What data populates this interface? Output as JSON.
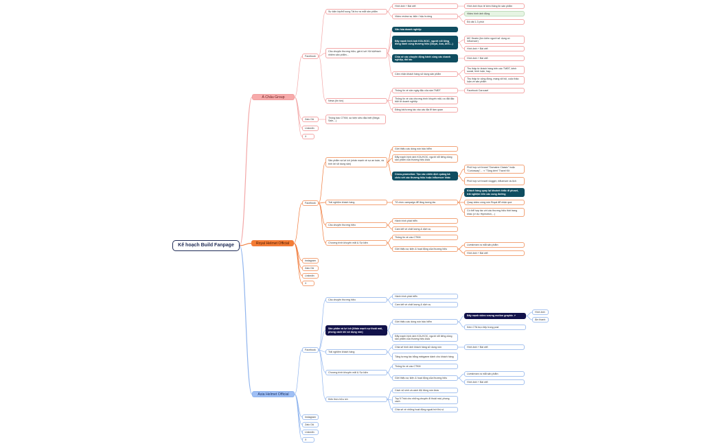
{
  "title": "Kế hoạch Build Fanpage",
  "colors": {
    "root": "#1e2a55",
    "branch1": "#f3a7a7",
    "branch2": "#f07a3a",
    "branch3": "#8fb4ee",
    "highlight_teal": "#0f4d60",
    "highlight_navy": "#12124a",
    "highlight_green": "#e6f4e3"
  },
  "nodes": [
    {
      "id": "root",
      "text": "Kế hoạch Build Fanpage",
      "style": "root"
    },
    {
      "id": "a",
      "parent": "root",
      "text": "Á Châu Group",
      "style": "b1"
    },
    {
      "id": "a_fb",
      "parent": "a",
      "text": "Facebook",
      "style": "c1"
    },
    {
      "id": "a_zalo",
      "parent": "a",
      "text": "Zalo OA",
      "style": "c1"
    },
    {
      "id": "a_li",
      "parent": "a",
      "text": "LinkedIn",
      "style": "c1"
    },
    {
      "id": "a_x",
      "parent": "a",
      "text": "X",
      "style": "c1"
    },
    {
      "id": "a_zalo_1",
      "parent": "a_zalo",
      "text": "Thông báo CTKM, sự kiện siêu đặc biệt (Mega Sale,...)",
      "style": "c1"
    },
    {
      "id": "a_fb_1",
      "parent": "a_fb",
      "text": "Sự kiện lớp/bổ sung Tài trợ ra mắt sản phẩm",
      "style": "c1"
    },
    {
      "id": "a_fb_2",
      "parent": "a_fb",
      "text": "Câu chuyện thương hiệu, giá trị với Xã hội/trách nhiệm sản phẩm...",
      "style": "c1"
    },
    {
      "id": "a_fb_3",
      "parent": "a_fb",
      "text": "News (tin tức)",
      "style": "c1"
    },
    {
      "id": "a_fb_1_1",
      "parent": "a_fb_1",
      "text": "Hình ảnh + Bài viết",
      "style": "c1"
    },
    {
      "id": "a_fb_1_2",
      "parent": "a_fb_1",
      "text": "Video review sự kiện / hậu trường",
      "style": "c1"
    },
    {
      "id": "a_fb_1_1_1",
      "parent": "a_fb_1_1",
      "text": "Hình ảnh thực tế kèm thông tin sản phẩm",
      "style": "c1"
    },
    {
      "id": "a_fb_1_2_1",
      "parent": "a_fb_1_2",
      "text": "Video hình ảnh động",
      "style": "gr"
    },
    {
      "id": "a_fb_1_2_2",
      "parent": "a_fb_1_2",
      "text": "Độ dài 1-3 phút",
      "style": "c1"
    },
    {
      "id": "a_fb_2_1",
      "parent": "a_fb_2",
      "text": "Văn hóa doanh nghiệp",
      "style": "hl1"
    },
    {
      "id": "a_fb_2_2",
      "parent": "a_fb_2",
      "text": "Đẩy mạnh hình ảnh KOL/KOC, người nổi tiếng đồng hành cùng thương hiệu (Doyal, Asa, AGC...)",
      "style": "hl1"
    },
    {
      "id": "a_fb_2_3",
      "parent": "a_fb_2",
      "text": "Chia sẻ các chuyện động hành cùng các doanh nghiệp, đối tác",
      "style": "hl1"
    },
    {
      "id": "a_fb_2_4",
      "parent": "a_fb_2",
      "text": "Cảm nhận khách hàng sử dụng sản phẩm",
      "style": "c1"
    },
    {
      "id": "a_fb_2_2_1",
      "parent": "a_fb_2_2",
      "text": "MC Dealer (tìm kiếm người sử dụng có influencer)",
      "style": "c1"
    },
    {
      "id": "a_fb_2_2_2",
      "parent": "a_fb_2_2",
      "text": "Hình ảnh + Bài viết",
      "style": "c1"
    },
    {
      "id": "a_fb_2_3_1",
      "parent": "a_fb_2_3",
      "text": "Hình ảnh + Bài viết",
      "style": "c1"
    },
    {
      "id": "a_fb_2_4_1",
      "parent": "a_fb_2_4",
      "text": "Thu thập từ khách hàng trên các TMĐT, kênh social, bình luận, hay...",
      "style": "c1"
    },
    {
      "id": "a_fb_2_4_2",
      "parent": "a_fb_2_4",
      "text": "Thu thập từ cộng đồng, mạng xã hội, cuộc thảo luận về sản phẩm",
      "style": "c1"
    },
    {
      "id": "a_fb_3_1",
      "parent": "a_fb_3",
      "text": "Thông tin về sản ngày đặc của sàn TMĐT",
      "style": "c1"
    },
    {
      "id": "a_fb_3_2",
      "parent": "a_fb_3",
      "text": "Thông tin về các chương trình khuyến mãi, ưu đãi đặc biệt từ doanh nghiệp",
      "style": "c1"
    },
    {
      "id": "a_fb_3_3",
      "parent": "a_fb_3",
      "text": "Đăng bài tương tác vào các địa lễ tầm quan",
      "style": "c1"
    },
    {
      "id": "a_fb_3_1_1",
      "parent": "a_fb_3_1",
      "text": "Facebook Carousel",
      "style": "c1"
    },
    {
      "id": "r",
      "parent": "root",
      "text": "Royal Helmet Official",
      "style": "b2"
    },
    {
      "id": "r_fb",
      "parent": "r",
      "text": "Facebook",
      "style": "c2"
    },
    {
      "id": "r_ig",
      "parent": "r",
      "text": "Instagram",
      "style": "c2"
    },
    {
      "id": "r_zalo",
      "parent": "r",
      "text": "Zalo OA",
      "style": "c2"
    },
    {
      "id": "r_li",
      "parent": "r",
      "text": "LinkedIn",
      "style": "c2"
    },
    {
      "id": "r_x",
      "parent": "r",
      "text": "X",
      "style": "c2"
    },
    {
      "id": "r_fb_1",
      "parent": "r_fb",
      "text": "Sản phẩm và lợi ích (nhấn mạnh về sự an toàn, và tính lợi sử dụng sản)",
      "style": "c2"
    },
    {
      "id": "r_fb_2",
      "parent": "r_fb",
      "text": "Trải nghiệm khách hàng",
      "style": "c2"
    },
    {
      "id": "r_fb_3",
      "parent": "r_fb",
      "text": "Câu chuyện thương hiệu",
      "style": "c2"
    },
    {
      "id": "r_fb_4",
      "parent": "r_fb",
      "text": "Chương trình khuyến mãi & Sự kiện",
      "style": "c2"
    },
    {
      "id": "r_fb_1_1",
      "parent": "r_fb_1",
      "text": "Giới thiệu các dòng nón bảo hiểm",
      "style": "c2"
    },
    {
      "id": "r_fb_1_2",
      "parent": "r_fb_1",
      "text": "Đẩy mạnh hình ảnh KOL/KOC, người nổi tiếng dùng sản phẩm của thương hiệu Asia",
      "style": "c2"
    },
    {
      "id": "r_fb_1_3",
      "parent": "r_fb_1",
      "text": "Cross-promotion: Tạo các chiến dịch quảng bá chéo với các thương hiệu hoặc influencer khác",
      "style": "hl1"
    },
    {
      "id": "r_fb_1_3_1",
      "parent": "r_fb_1_3",
      "text": "Phối hợp với brand \"Domaine Classic\" hoặc \"Curiosway\"... ⇒ \"Tặng kèm\" Travel Kit",
      "style": "c2"
    },
    {
      "id": "r_fb_1_3_2",
      "parent": "r_fb_1_3",
      "text": "Phối hợp với travel vlogger, influencer du lịch",
      "style": "c2"
    },
    {
      "id": "r_fb_2_1",
      "parent": "r_fb_2",
      "text": "Tổ chức campaign để tăng tương tác",
      "style": "c2"
    },
    {
      "id": "r_fb_2_1_1",
      "parent": "r_fb_2_1",
      "text": "Khách hàng quay lại khoảnh khắc đi phượt, trải nghiệm trên các cung đường",
      "style": "hl1"
    },
    {
      "id": "r_fb_2_1_2",
      "parent": "r_fb_2_1",
      "text": "Quay video cùng nón Royal để nhận quà",
      "style": "c2"
    },
    {
      "id": "r_fb_2_1_3",
      "parent": "r_fb_2_1",
      "text": "Có thể hợp tác với các thương hiệu thời trang khác (ví dụ: Hipmotion,...)",
      "style": "c2"
    },
    {
      "id": "r_fb_3_1",
      "parent": "r_fb_3",
      "text": "Hành trình phát triển",
      "style": "c2"
    },
    {
      "id": "r_fb_3_2",
      "parent": "r_fb_3",
      "text": "Cam kết về chất lượng & dịch vụ",
      "style": "c2"
    },
    {
      "id": "r_fb_4_1",
      "parent": "r_fb_4",
      "text": "Thông tin về các CTKM",
      "style": "c2"
    },
    {
      "id": "r_fb_4_2",
      "parent": "r_fb_4",
      "text": "Giới thiệu sự kiện & hoạt động của thương hiệu",
      "style": "c2"
    },
    {
      "id": "r_fb_4_2_1",
      "parent": "r_fb_4_2",
      "text": "Livestream ra mắt sản phẩm",
      "style": "c2"
    },
    {
      "id": "r_fb_4_2_2",
      "parent": "r_fb_4_2",
      "text": "Hình ảnh + Bài viết",
      "style": "c2"
    },
    {
      "id": "s",
      "parent": "root",
      "text": "Asia Helmet Official",
      "style": "b3"
    },
    {
      "id": "s_fb",
      "parent": "s",
      "text": "Facebook",
      "style": "c3"
    },
    {
      "id": "s_ig",
      "parent": "s",
      "text": "Instagram",
      "style": "c3"
    },
    {
      "id": "s_zalo",
      "parent": "s",
      "text": "Zalo OA",
      "style": "c3"
    },
    {
      "id": "s_li",
      "parent": "s",
      "text": "LinkedIn",
      "style": "c3"
    },
    {
      "id": "s_x",
      "parent": "s",
      "text": "X",
      "style": "c3"
    },
    {
      "id": "s_fb_1",
      "parent": "s_fb",
      "text": "Câu chuyện thương hiệu",
      "style": "c3"
    },
    {
      "id": "s_fb_2",
      "parent": "s_fb",
      "text": "Sản phẩm và lợi ích (Nhấn mạnh sự thoải mái, phong cách khi sử dụng nón)",
      "style": "hl2"
    },
    {
      "id": "s_fb_3",
      "parent": "s_fb",
      "text": "Trải nghiệm khách hàng",
      "style": "c3"
    },
    {
      "id": "s_fb_4",
      "parent": "s_fb",
      "text": "Chương trình khuyến mãi & Sự kiện",
      "style": "c3"
    },
    {
      "id": "s_fb_5",
      "parent": "s_fb",
      "text": "Kiến thức hữu ích",
      "style": "c3"
    },
    {
      "id": "s_fb_1_1",
      "parent": "s_fb_1",
      "text": "Hành trình phát triển",
      "style": "c3"
    },
    {
      "id": "s_fb_1_2",
      "parent": "s_fb_1",
      "text": "Cam kết về chất lượng & dịch vụ",
      "style": "c3"
    },
    {
      "id": "s_fb_2_1",
      "parent": "s_fb_2",
      "text": "Giới thiệu các dòng nón bảo hiểm",
      "style": "c3"
    },
    {
      "id": "s_fb_2_2",
      "parent": "s_fb_2",
      "text": "Đẩy mạnh hình ảnh KOL/KOC, người nổi tiếng dùng sản phẩm của thương hiệu Asia",
      "style": "c3"
    },
    {
      "id": "s_fb_2_1_1",
      "parent": "s_fb_2_1",
      "text": "Đẩy mạnh video vượng motion graphic ↗",
      "style": "hl2"
    },
    {
      "id": "s_fb_2_1_2",
      "parent": "s_fb_2_1",
      "text": "Kèm CTA trực tiếp trong post",
      "style": "c3"
    },
    {
      "id": "s_fb_2_1_1_1",
      "parent": "s_fb_2_1_1",
      "text": "Hình ảnh",
      "style": "c3"
    },
    {
      "id": "s_fb_2_1_1_2",
      "parent": "s_fb_2_1_1",
      "text": "Âm thanh",
      "style": "c3"
    },
    {
      "id": "s_fb_3_1",
      "parent": "s_fb_3",
      "text": "Chia sẻ hình ảnh khách hàng sử dụng nón",
      "style": "c3"
    },
    {
      "id": "s_fb_3_2",
      "parent": "s_fb_3",
      "text": "Tăng tương tác bằng minigame dành cho khách hàng",
      "style": "c3"
    },
    {
      "id": "s_fb_3_1_1",
      "parent": "s_fb_3_1",
      "text": "Hình ảnh + Bài viết",
      "style": "c3"
    },
    {
      "id": "s_fb_4_1",
      "parent": "s_fb_4",
      "text": "Thông tin về các CTKM",
      "style": "c3"
    },
    {
      "id": "s_fb_4_2",
      "parent": "s_fb_4",
      "text": "Giới thiệu sự kiện & hoạt động của thương hiệu",
      "style": "c3"
    },
    {
      "id": "s_fb_4_2_1",
      "parent": "s_fb_4_2",
      "text": "Livestream ra mắt sản phẩm",
      "style": "c3"
    },
    {
      "id": "s_fb_4_2_2",
      "parent": "s_fb_4_2",
      "text": "Hình ảnh + Bài viết",
      "style": "c3"
    },
    {
      "id": "s_fb_5_1",
      "parent": "s_fb_5",
      "text": "Cách vệ sinh và cách đội đúng nón Asia",
      "style": "c3"
    },
    {
      "id": "s_fb_5_2",
      "parent": "s_fb_5",
      "text": "Top 5 Trick cho những chuyến đi thoải mái, phong cách",
      "style": "c3"
    },
    {
      "id": "s_fb_5_3",
      "parent": "s_fb_5",
      "text": "Chia sẻ về những hoạt động ngoài trời thú vị",
      "style": "c3"
    }
  ]
}
